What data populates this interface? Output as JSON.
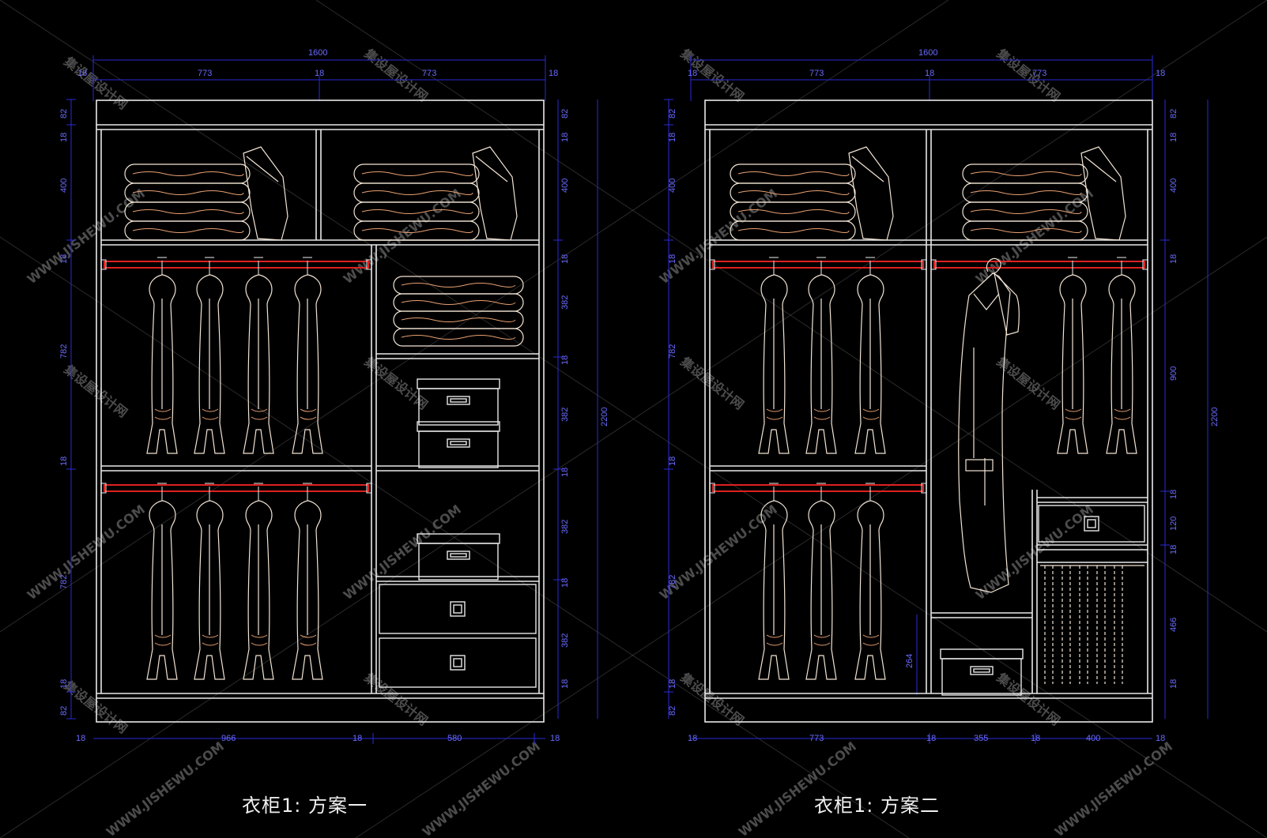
{
  "plan_one": {
    "caption": "衣柜1: 方案一",
    "top_dims": [
      "1600",
      "18",
      "773",
      "18",
      "773",
      "18"
    ],
    "left_dims": [
      "82",
      "18",
      "400",
      "18",
      "782",
      "18",
      "782",
      "18",
      "82"
    ],
    "right_dims": [
      "82",
      "18",
      "400",
      "18",
      "382",
      "18",
      "382",
      "18",
      "382",
      "18",
      "382",
      "18",
      "2200"
    ],
    "bottom_dims": [
      "18",
      "966",
      "18",
      "580",
      "18"
    ]
  },
  "plan_two": {
    "caption": "衣柜1: 方案二",
    "top_dims": [
      "1600",
      "18",
      "773",
      "18",
      "773",
      "18"
    ],
    "left_dims": [
      "82",
      "18",
      "400",
      "18",
      "782",
      "18",
      "782",
      "18",
      "82",
      "264"
    ],
    "right_dims": [
      "82",
      "18",
      "400",
      "18",
      "900",
      "18",
      "120",
      "18",
      "466",
      "18",
      "2200"
    ],
    "bottom_dims": [
      "18",
      "773",
      "18",
      "355",
      "18",
      "400",
      "18"
    ]
  },
  "watermark": {
    "cn": "集设屋设计网",
    "en": "WWW.JISHEWU.COM"
  }
}
